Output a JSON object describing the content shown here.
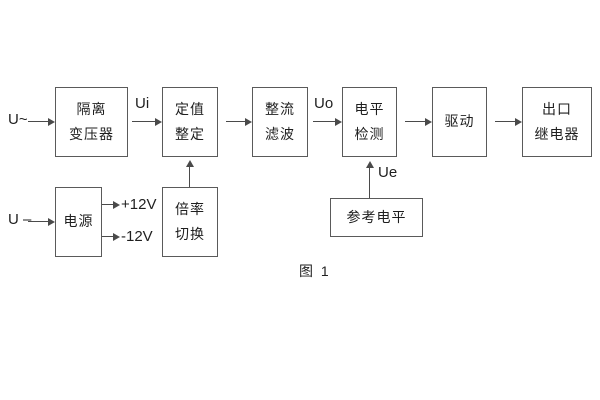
{
  "diagram": {
    "caption": "图 1",
    "colors": {
      "line": "#4a4a4a",
      "border": "#5a5a5a",
      "text": "#1f1f1f",
      "background": "#ffffff"
    },
    "blocks": {
      "isolation_transformer": {
        "line1": "隔离",
        "line2": "变压器"
      },
      "value_setting": {
        "line1": "定值",
        "line2": "整定"
      },
      "rectifier_filter": {
        "line1": "整流",
        "line2": "滤波"
      },
      "level_detector": {
        "line1": "电平",
        "line2": "检测"
      },
      "driver": {
        "line1": "驱动"
      },
      "output_relay": {
        "line1": "出口",
        "line2": "继电器"
      },
      "power_supply": {
        "line1": "电源"
      },
      "ratio_switch": {
        "line1": "倍率",
        "line2": "切换"
      },
      "reference_level": {
        "line1": "参考电平"
      }
    },
    "labels": {
      "ac_input": "U~",
      "dc_input": "U –",
      "ui": "Ui",
      "uo": "Uo",
      "ue": "Ue",
      "plus_12v": "+12V",
      "minus_12v": "-12V"
    }
  }
}
